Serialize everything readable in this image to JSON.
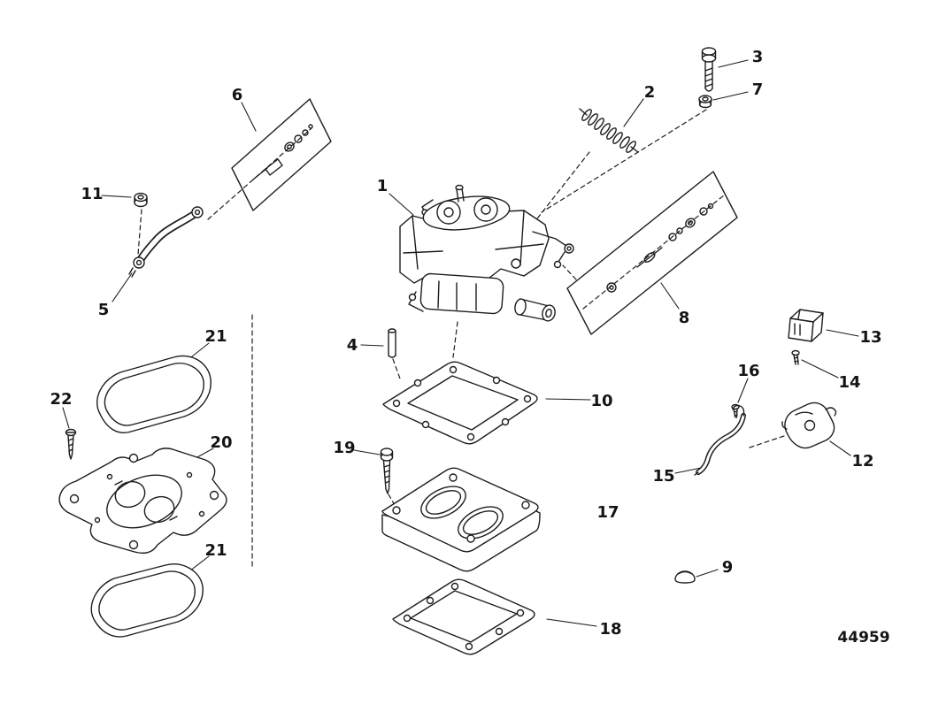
{
  "diagram": {
    "drawing_number": "44959",
    "callouts": [
      {
        "id": "part-1",
        "label": "1"
      },
      {
        "id": "part-2",
        "label": "2"
      },
      {
        "id": "part-3",
        "label": "3"
      },
      {
        "id": "part-4",
        "label": "4"
      },
      {
        "id": "part-5",
        "label": "5"
      },
      {
        "id": "part-6",
        "label": "6"
      },
      {
        "id": "part-7",
        "label": "7"
      },
      {
        "id": "part-8",
        "label": "8"
      },
      {
        "id": "part-9",
        "label": "9"
      },
      {
        "id": "part-10",
        "label": "10"
      },
      {
        "id": "part-11",
        "label": "11"
      },
      {
        "id": "part-12",
        "label": "12"
      },
      {
        "id": "part-13",
        "label": "13"
      },
      {
        "id": "part-14",
        "label": "14"
      },
      {
        "id": "part-15",
        "label": "15"
      },
      {
        "id": "part-16",
        "label": "16"
      },
      {
        "id": "part-17",
        "label": "17"
      },
      {
        "id": "part-18",
        "label": "18"
      },
      {
        "id": "part-19",
        "label": "19"
      },
      {
        "id": "part-20",
        "label": "20"
      },
      {
        "id": "part-21-upper",
        "label": "21"
      },
      {
        "id": "part-21-lower",
        "label": "21"
      },
      {
        "id": "part-22",
        "label": "22"
      }
    ]
  }
}
